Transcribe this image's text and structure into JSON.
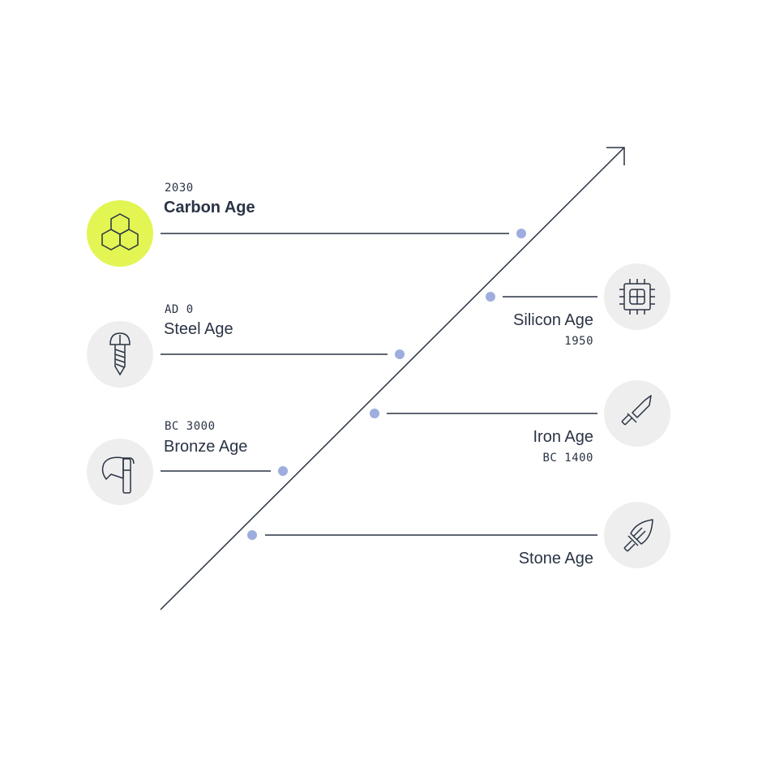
{
  "colors": {
    "ink": "#2a3444",
    "dot": "#9daede",
    "icon_bg": "#eeeeee",
    "highlight": "#e3f552"
  },
  "eras": [
    {
      "id": "carbon",
      "label": "Carbon Age",
      "year": "2030",
      "icon": "hexagon-cluster-icon",
      "highlight": true
    },
    {
      "id": "silicon",
      "label": "Silicon Age",
      "year": "1950",
      "icon": "microchip-icon",
      "highlight": false
    },
    {
      "id": "steel",
      "label": "Steel Age",
      "year": "AD 0",
      "icon": "screw-icon",
      "highlight": false
    },
    {
      "id": "iron",
      "label": "Iron Age",
      "year": "BC 1400",
      "icon": "sword-icon",
      "highlight": false
    },
    {
      "id": "bronze",
      "label": "Bronze Age",
      "year": "BC 3000",
      "icon": "axe-icon",
      "highlight": false
    },
    {
      "id": "stone",
      "label": "Stone Age",
      "year": "",
      "icon": "stone-spearhead-icon",
      "highlight": false
    }
  ]
}
